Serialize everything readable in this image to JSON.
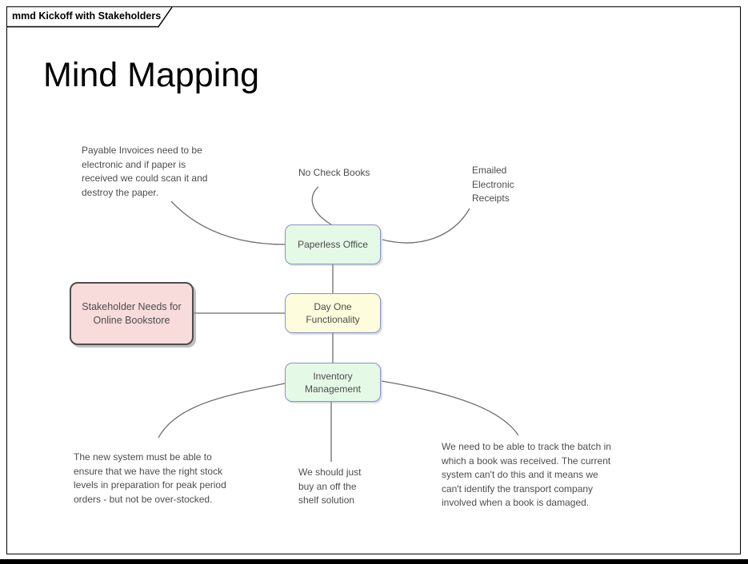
{
  "frame": {
    "tab_label": "mmd Kickoff with Stakeholders"
  },
  "title": "Mind Mapping",
  "nodes": {
    "central": {
      "label": "Stakeholder Needs for Online Bookstore",
      "fill": "#f8dbdb",
      "border": "#4d4d4d"
    },
    "paperless_office": {
      "label": "Paperless Office",
      "fill": "#e4f9e6",
      "border": "#8792c4"
    },
    "day_one": {
      "label": "Day One Functionality",
      "fill": "#fdfcdd",
      "border": "#8792c4"
    },
    "inventory": {
      "label": "Inventory Management",
      "fill": "#e4f9e6",
      "border": "#8792c4"
    }
  },
  "annotations": {
    "payable_invoices": "Payable Invoices need to be electronic and if paper is received we could scan it and destroy the paper.",
    "no_check_books": "No Check Books",
    "emailed_receipts": "Emailed Electronic Receipts",
    "stock_levels": "The new system must be able to ensure that we have the right stock levels in preparation for peak period orders - but not be over-stocked.",
    "off_the_shelf": "We should just buy an off the shelf solution",
    "batch_tracking": "We need to be able to track the batch in which a book was received. The current system can't do this and it means we can't identify the transport company involved when a book is damaged."
  },
  "colors": {
    "connector": "#6e6e6e",
    "text": "#4d4d4d",
    "frame_border": "#000000"
  }
}
